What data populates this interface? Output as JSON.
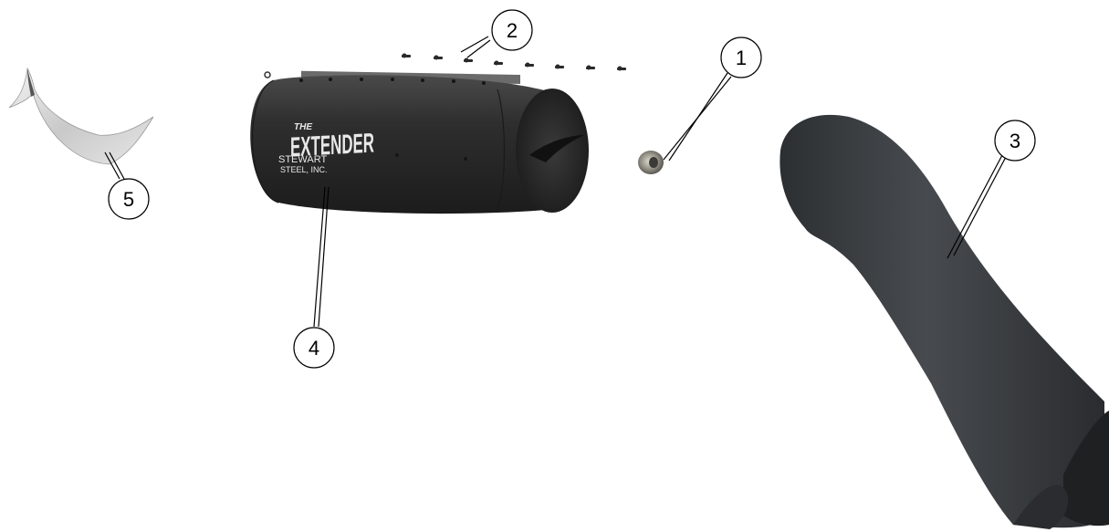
{
  "callouts": [
    {
      "id": "1",
      "label": "1",
      "part": "nut"
    },
    {
      "id": "2",
      "label": "2",
      "part": "screws"
    },
    {
      "id": "3",
      "label": "3",
      "part": "exhaust-elbow"
    },
    {
      "id": "4",
      "label": "4",
      "part": "extender-body"
    },
    {
      "id": "5",
      "label": "5",
      "part": "rain-flap"
    }
  ],
  "product_label": {
    "prefix": "THE",
    "name": "EXTENDER",
    "maker_line1": "STEWART",
    "maker_line2": "STEEL, INC."
  },
  "colors": {
    "body": "#2b2b2b",
    "elbow": "#35383b",
    "flap": "#d8d8d8",
    "leader": "#000000",
    "background": "#ffffff"
  }
}
